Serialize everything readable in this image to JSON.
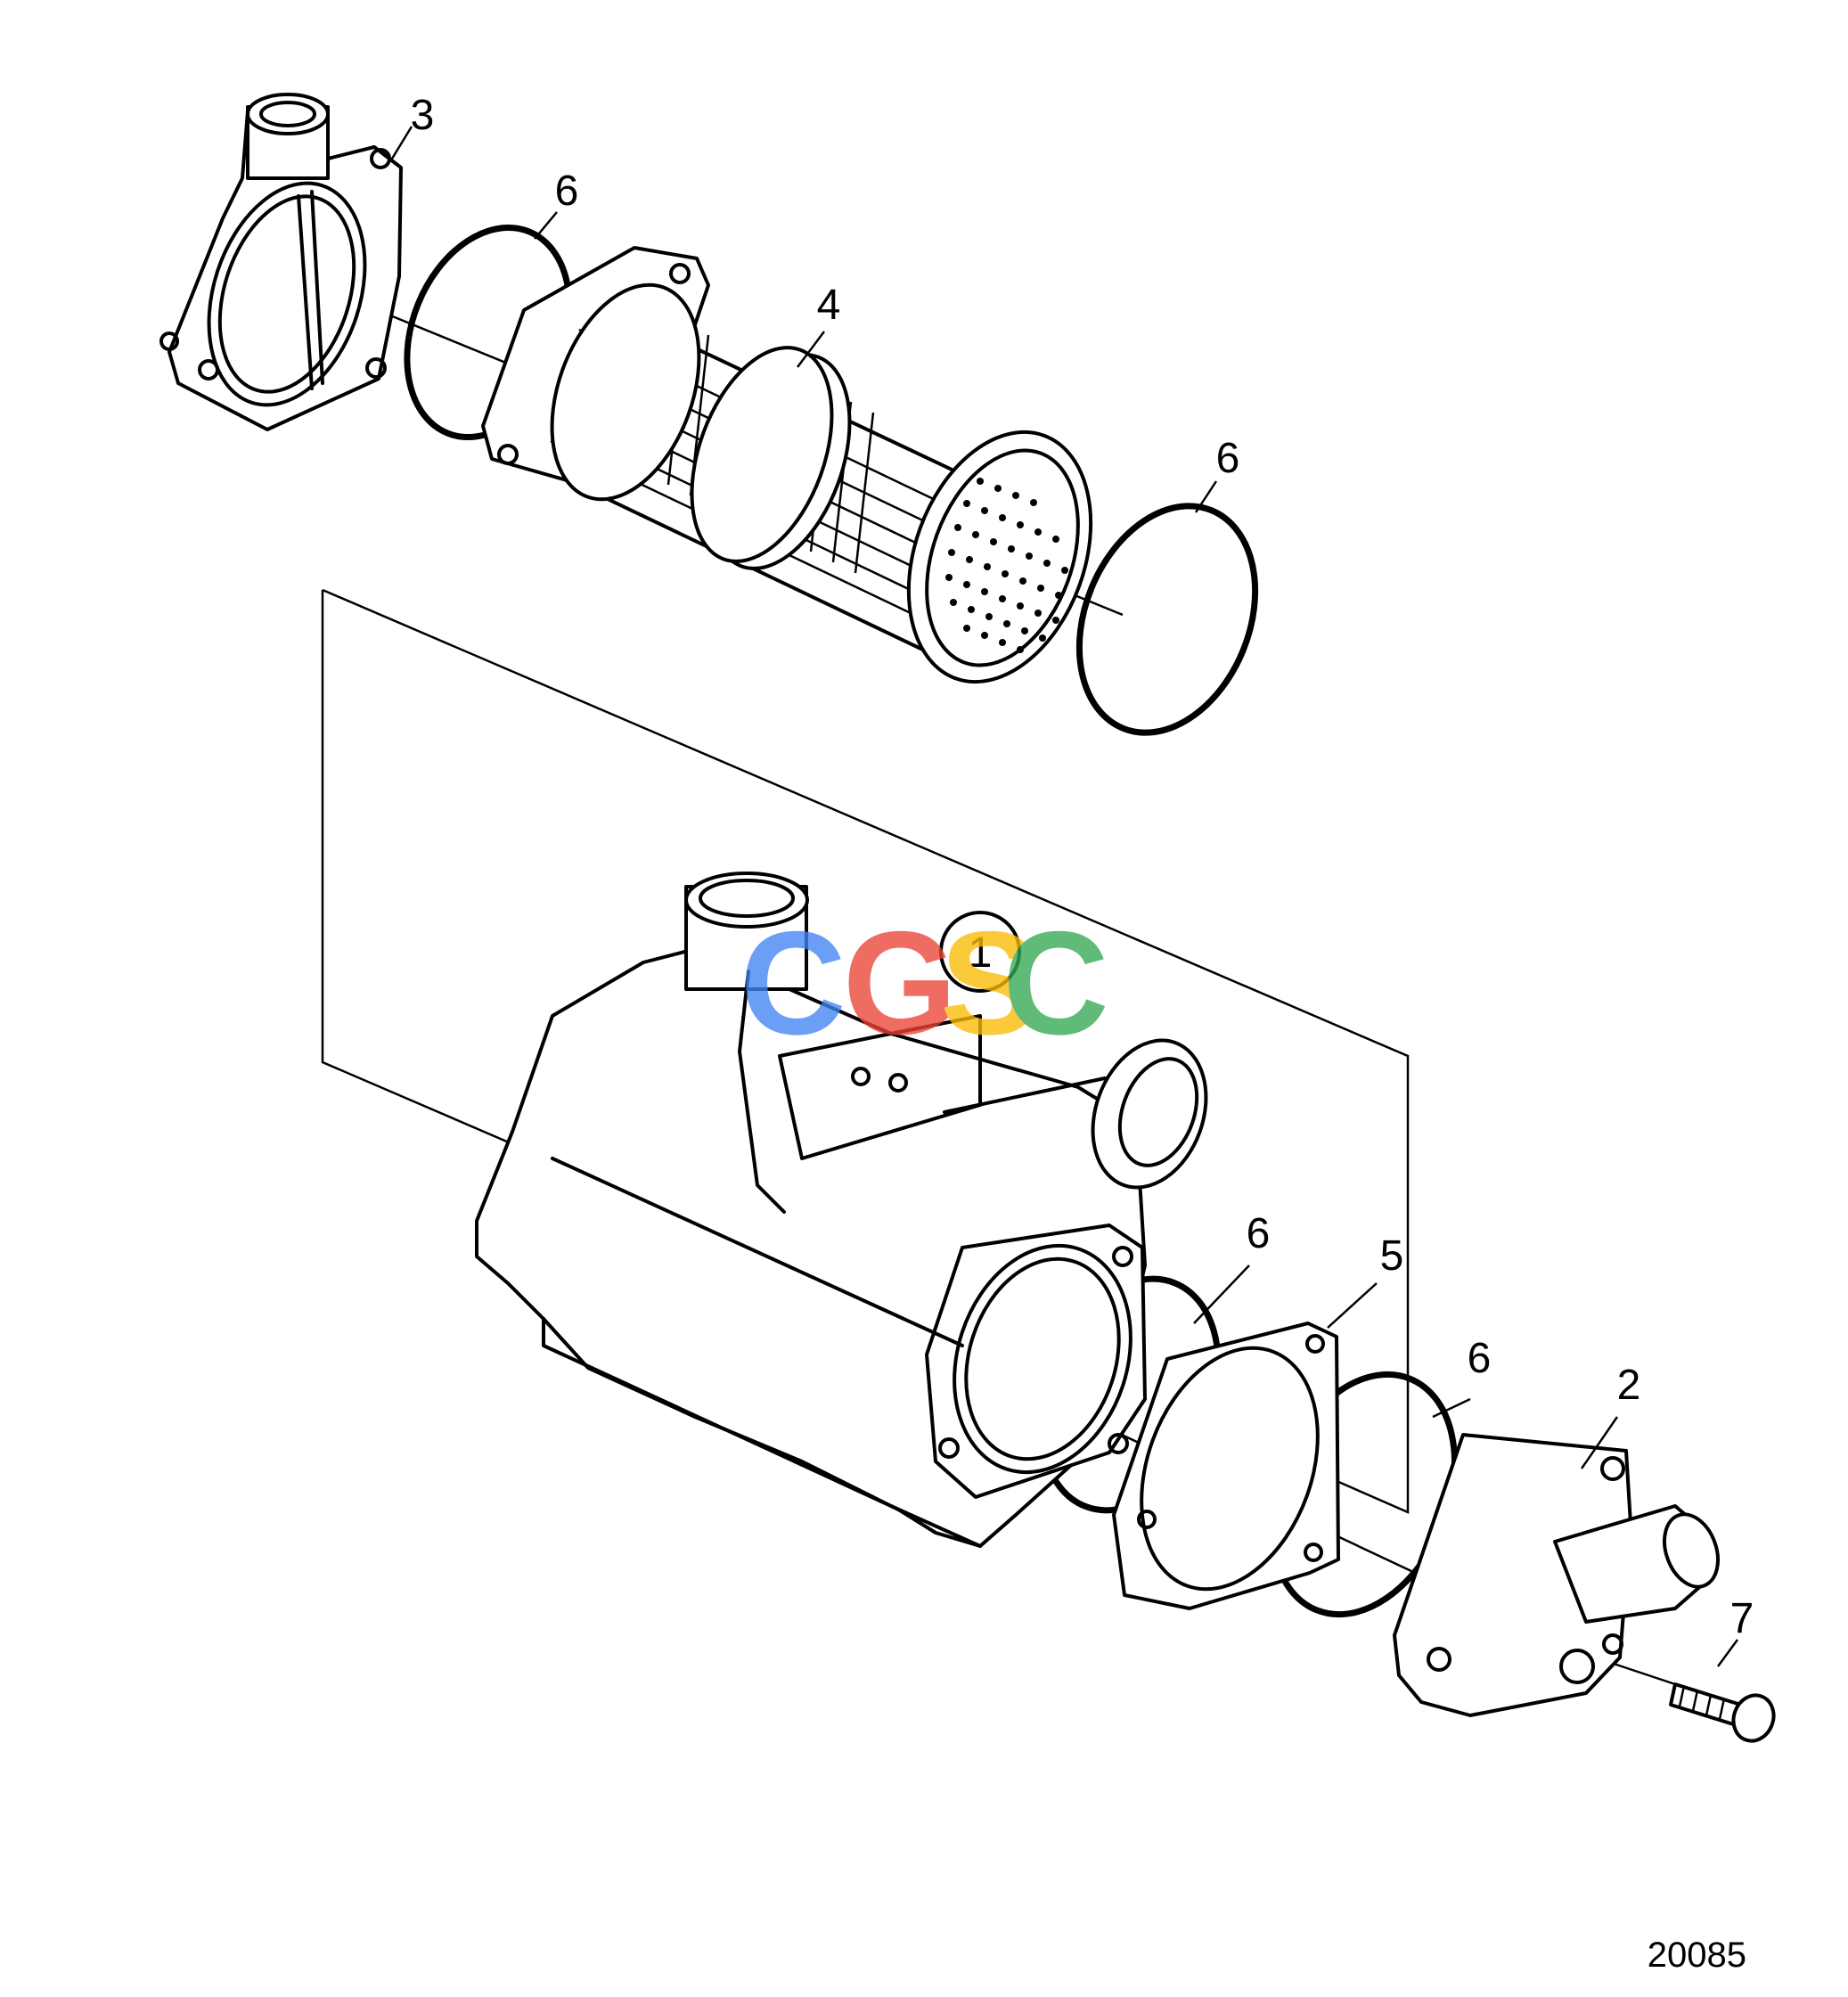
{
  "callouts": {
    "part_1": "1",
    "part_2": "2",
    "part_3": "3",
    "part_4": "4",
    "part_5": "5",
    "part_6": "6",
    "part_7": "7"
  },
  "drawing_number": "20085",
  "watermark": {
    "text": "CGSC",
    "letters": [
      "C",
      "G",
      "S",
      "C"
    ],
    "colors": [
      "#4285F4",
      "#EA4335",
      "#FBBC05",
      "#34A853"
    ]
  }
}
